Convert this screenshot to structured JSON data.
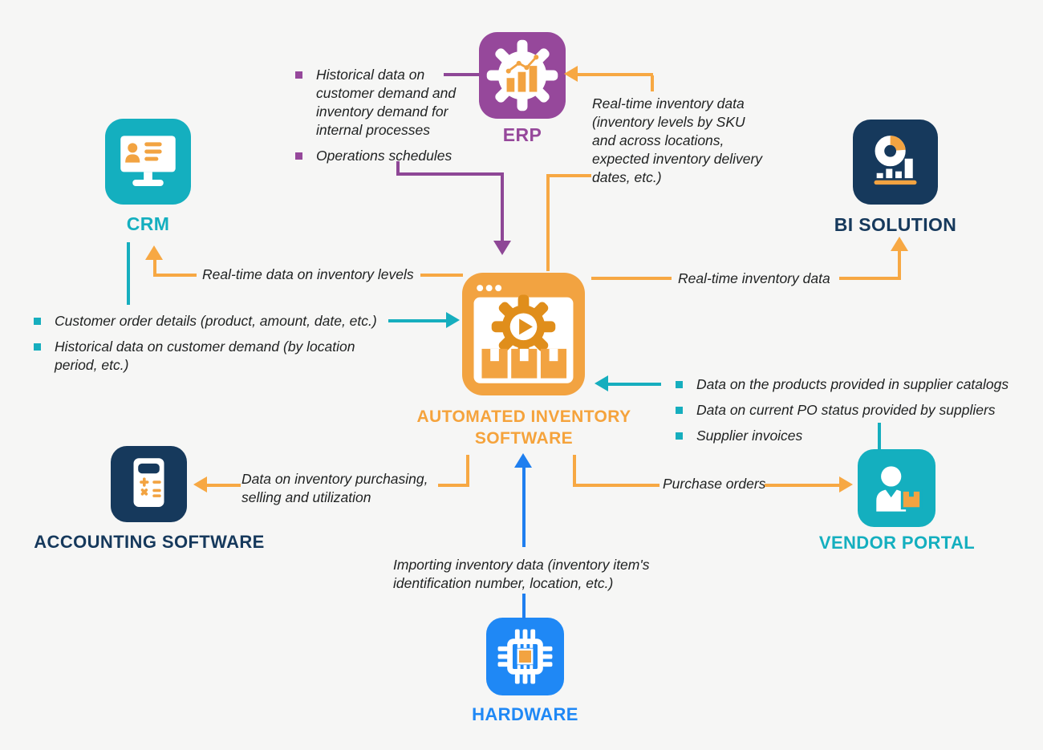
{
  "background": "#f6f6f5",
  "colors": {
    "orange": "#F2A341",
    "orange_dark": "#E08E1B",
    "purple": "#96489B",
    "teal": "#14AFBF",
    "navy": "#16395C",
    "blue": "#1F88F5",
    "text": "#1F2121"
  },
  "nodes": {
    "erp": {
      "label": "ERP"
    },
    "crm": {
      "label": "CRM"
    },
    "bi": {
      "label": "BI SOLUTION"
    },
    "inventory": {
      "label": "AUTOMATED INVENTORY SOFTWARE"
    },
    "accounting": {
      "label": "ACCOUNTING SOFTWARE"
    },
    "vendor": {
      "label": "VENDOR PORTAL"
    },
    "hardware": {
      "label": "HARDWARE"
    }
  },
  "flows": {
    "erp_to_center": {
      "items": [
        "Historical data on customer demand and inventory demand for internal processes",
        "Operations schedules"
      ]
    },
    "center_to_erp": {
      "label": "Real-time inventory data (inventory levels by SKU and across locations, expected inventory delivery dates, etc.)"
    },
    "center_to_crm": {
      "label": "Real-time data on inventory levels"
    },
    "crm_to_center": {
      "items": [
        "Customer order details (product, amount, date, etc.)",
        "Historical data on customer demand (by location period, etc.)"
      ]
    },
    "center_to_bi": {
      "label": "Real-time inventory data"
    },
    "vendor_to_center": {
      "items": [
        "Data on the products provided in supplier catalogs",
        "Data on current PO status provided by suppliers",
        "Supplier invoices"
      ]
    },
    "center_to_accounting": {
      "label": "Data on inventory purchasing, selling and utilization"
    },
    "center_to_vendor": {
      "label": "Purchase orders"
    },
    "hardware_to_center": {
      "label": "Importing inventory data (inventory item's identification number, location, etc.)"
    }
  }
}
